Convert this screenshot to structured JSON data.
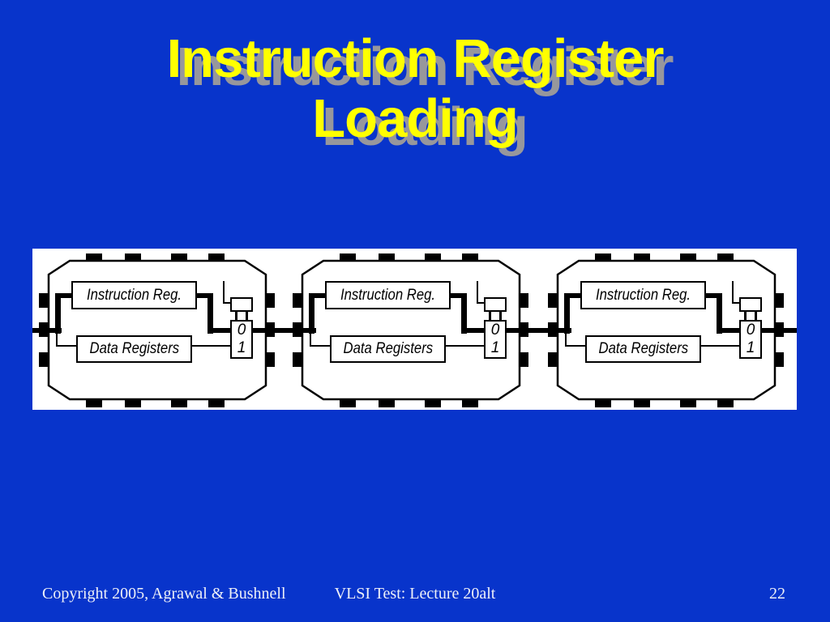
{
  "slide": {
    "title_line1": "Instruction Register",
    "title_line2": "Loading",
    "colors": {
      "background": "#0834cb",
      "title_text": "#ffff00",
      "title_shadow": "#97979c",
      "panel_background": "#ffffff",
      "diagram_ink": "#000000"
    }
  },
  "diagram": {
    "description": "Three boundary-scan chips chained left to right by a thick scan wire",
    "chips": [
      {
        "instruction_label": "Instruction Reg.",
        "data_label": "Data Registers",
        "mux_input_0": "0",
        "mux_input_1": "1"
      },
      {
        "instruction_label": "Instruction Reg.",
        "data_label": "Data Registers",
        "mux_input_0": "0",
        "mux_input_1": "1"
      },
      {
        "instruction_label": "Instruction Reg.",
        "data_label": "Data Registers",
        "mux_input_0": "0",
        "mux_input_1": "1"
      }
    ]
  },
  "footer": {
    "copyright": "Copyright 2005, Agrawal & Bushnell",
    "lecture": "VLSI Test: Lecture 20alt",
    "page_number": "22"
  }
}
